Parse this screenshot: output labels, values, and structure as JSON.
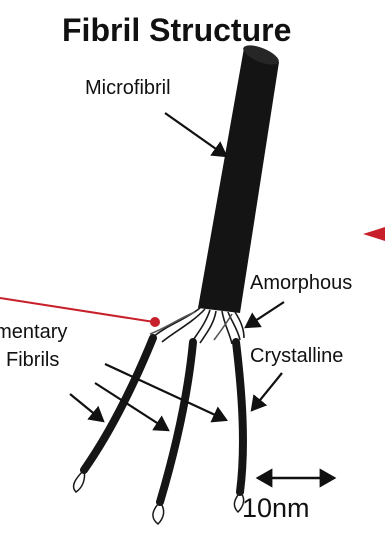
{
  "title": "Fibril Structure",
  "labels": {
    "microfibril": "Microfibril",
    "amorphous": "Amorphous",
    "elementary_line1": "ementary",
    "elementary_line2": "Fibrils",
    "crystalline": "Crystalline",
    "scale": "10nm"
  },
  "colors": {
    "ink": "#111111",
    "pointer_red": "#c8202a",
    "background": "#ffffff"
  }
}
